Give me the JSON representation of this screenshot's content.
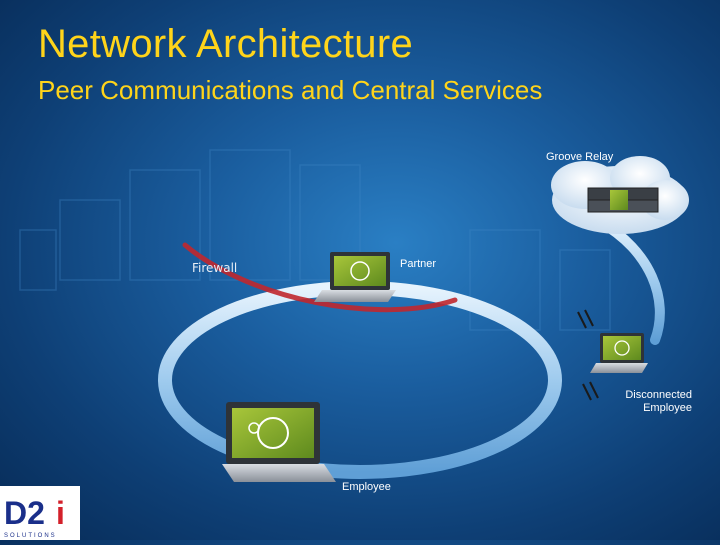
{
  "slide": {
    "title": "Network Architecture",
    "subtitle": "Peer Communications and Central Services"
  },
  "nodes": {
    "relay": "Groove Relay",
    "partner": "Partner",
    "disconnected_line1": "Disconnected",
    "disconnected_line2": "Employee",
    "employee": "Employee",
    "firewall": "Firewall"
  },
  "logo": {
    "text": "D2i",
    "tagline": "SOLUTIONS"
  },
  "colors": {
    "title": "#ffd41a",
    "ring": "#b8d8f0",
    "firewall": "#c0272d",
    "logo_blue": "#1a2f8a",
    "logo_red": "#d3202a"
  }
}
